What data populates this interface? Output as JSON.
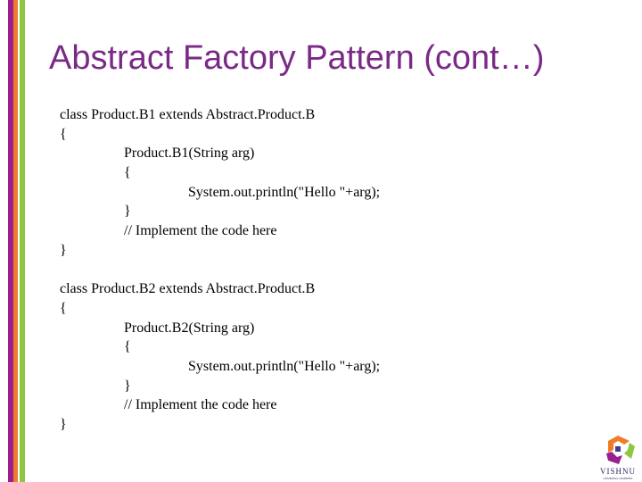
{
  "title": "Abstract Factory Pattern (cont…)",
  "colors": {
    "bar1": "#9b1f8e",
    "bar2": "#f07b2a",
    "bar3": "#8dc63f",
    "title": "#7a2a86"
  },
  "code_lines": [
    {
      "indent": 0,
      "text": "class Product.B1 extends Abstract.Product.B"
    },
    {
      "indent": 0,
      "text": "{"
    },
    {
      "indent": 1,
      "text": "Product.B1(String arg)"
    },
    {
      "indent": 1,
      "text": "{"
    },
    {
      "indent": 2,
      "text": "System.out.println(\"Hello \"+arg);"
    },
    {
      "indent": 1,
      "text": "}"
    },
    {
      "indent": 1,
      "text": "// Implement the code here"
    },
    {
      "indent": 0,
      "text": "}"
    },
    {
      "indent": 0,
      "text": ""
    },
    {
      "indent": 0,
      "text": "class Product.B2 extends Abstract.Product.B"
    },
    {
      "indent": 0,
      "text": "{"
    },
    {
      "indent": 1,
      "text": "Product.B2(String arg)"
    },
    {
      "indent": 1,
      "text": "{"
    },
    {
      "indent": 2,
      "text": "System.out.println(\"Hello \"+arg);"
    },
    {
      "indent": 1,
      "text": "}"
    },
    {
      "indent": 1,
      "text": "// Implement the code here"
    },
    {
      "indent": 0,
      "text": "}"
    }
  ],
  "logo": {
    "name": "VISHNU",
    "subtitle": "UNIVERSAL LEARNING"
  }
}
